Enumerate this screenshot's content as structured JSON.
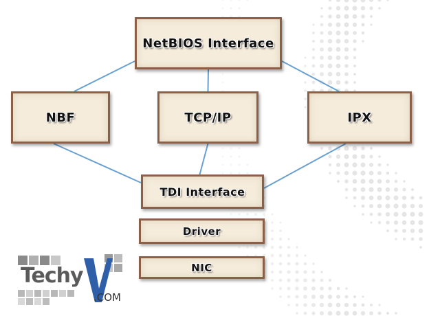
{
  "diagram": {
    "boxes": {
      "netbios": "NetBIOS Interface",
      "nbf": "NBF",
      "tcpip": "TCP/IP",
      "ipx": "IPX",
      "tdi": "TDI Interface",
      "driver": "Driver",
      "nic": "NIC"
    },
    "connections": [
      [
        "netbios",
        "nbf"
      ],
      [
        "netbios",
        "tcpip"
      ],
      [
        "netbios",
        "ipx"
      ],
      [
        "nbf",
        "tdi"
      ],
      [
        "tcpip",
        "tdi"
      ],
      [
        "ipx",
        "tdi"
      ]
    ],
    "line_color": "#6aa0d0",
    "box_fill": "#f5ecdc",
    "box_border": "#8a6048"
  },
  "logo": {
    "brand": "Techy",
    "domain": ".COM",
    "accent_color": "#2f5fa8"
  }
}
